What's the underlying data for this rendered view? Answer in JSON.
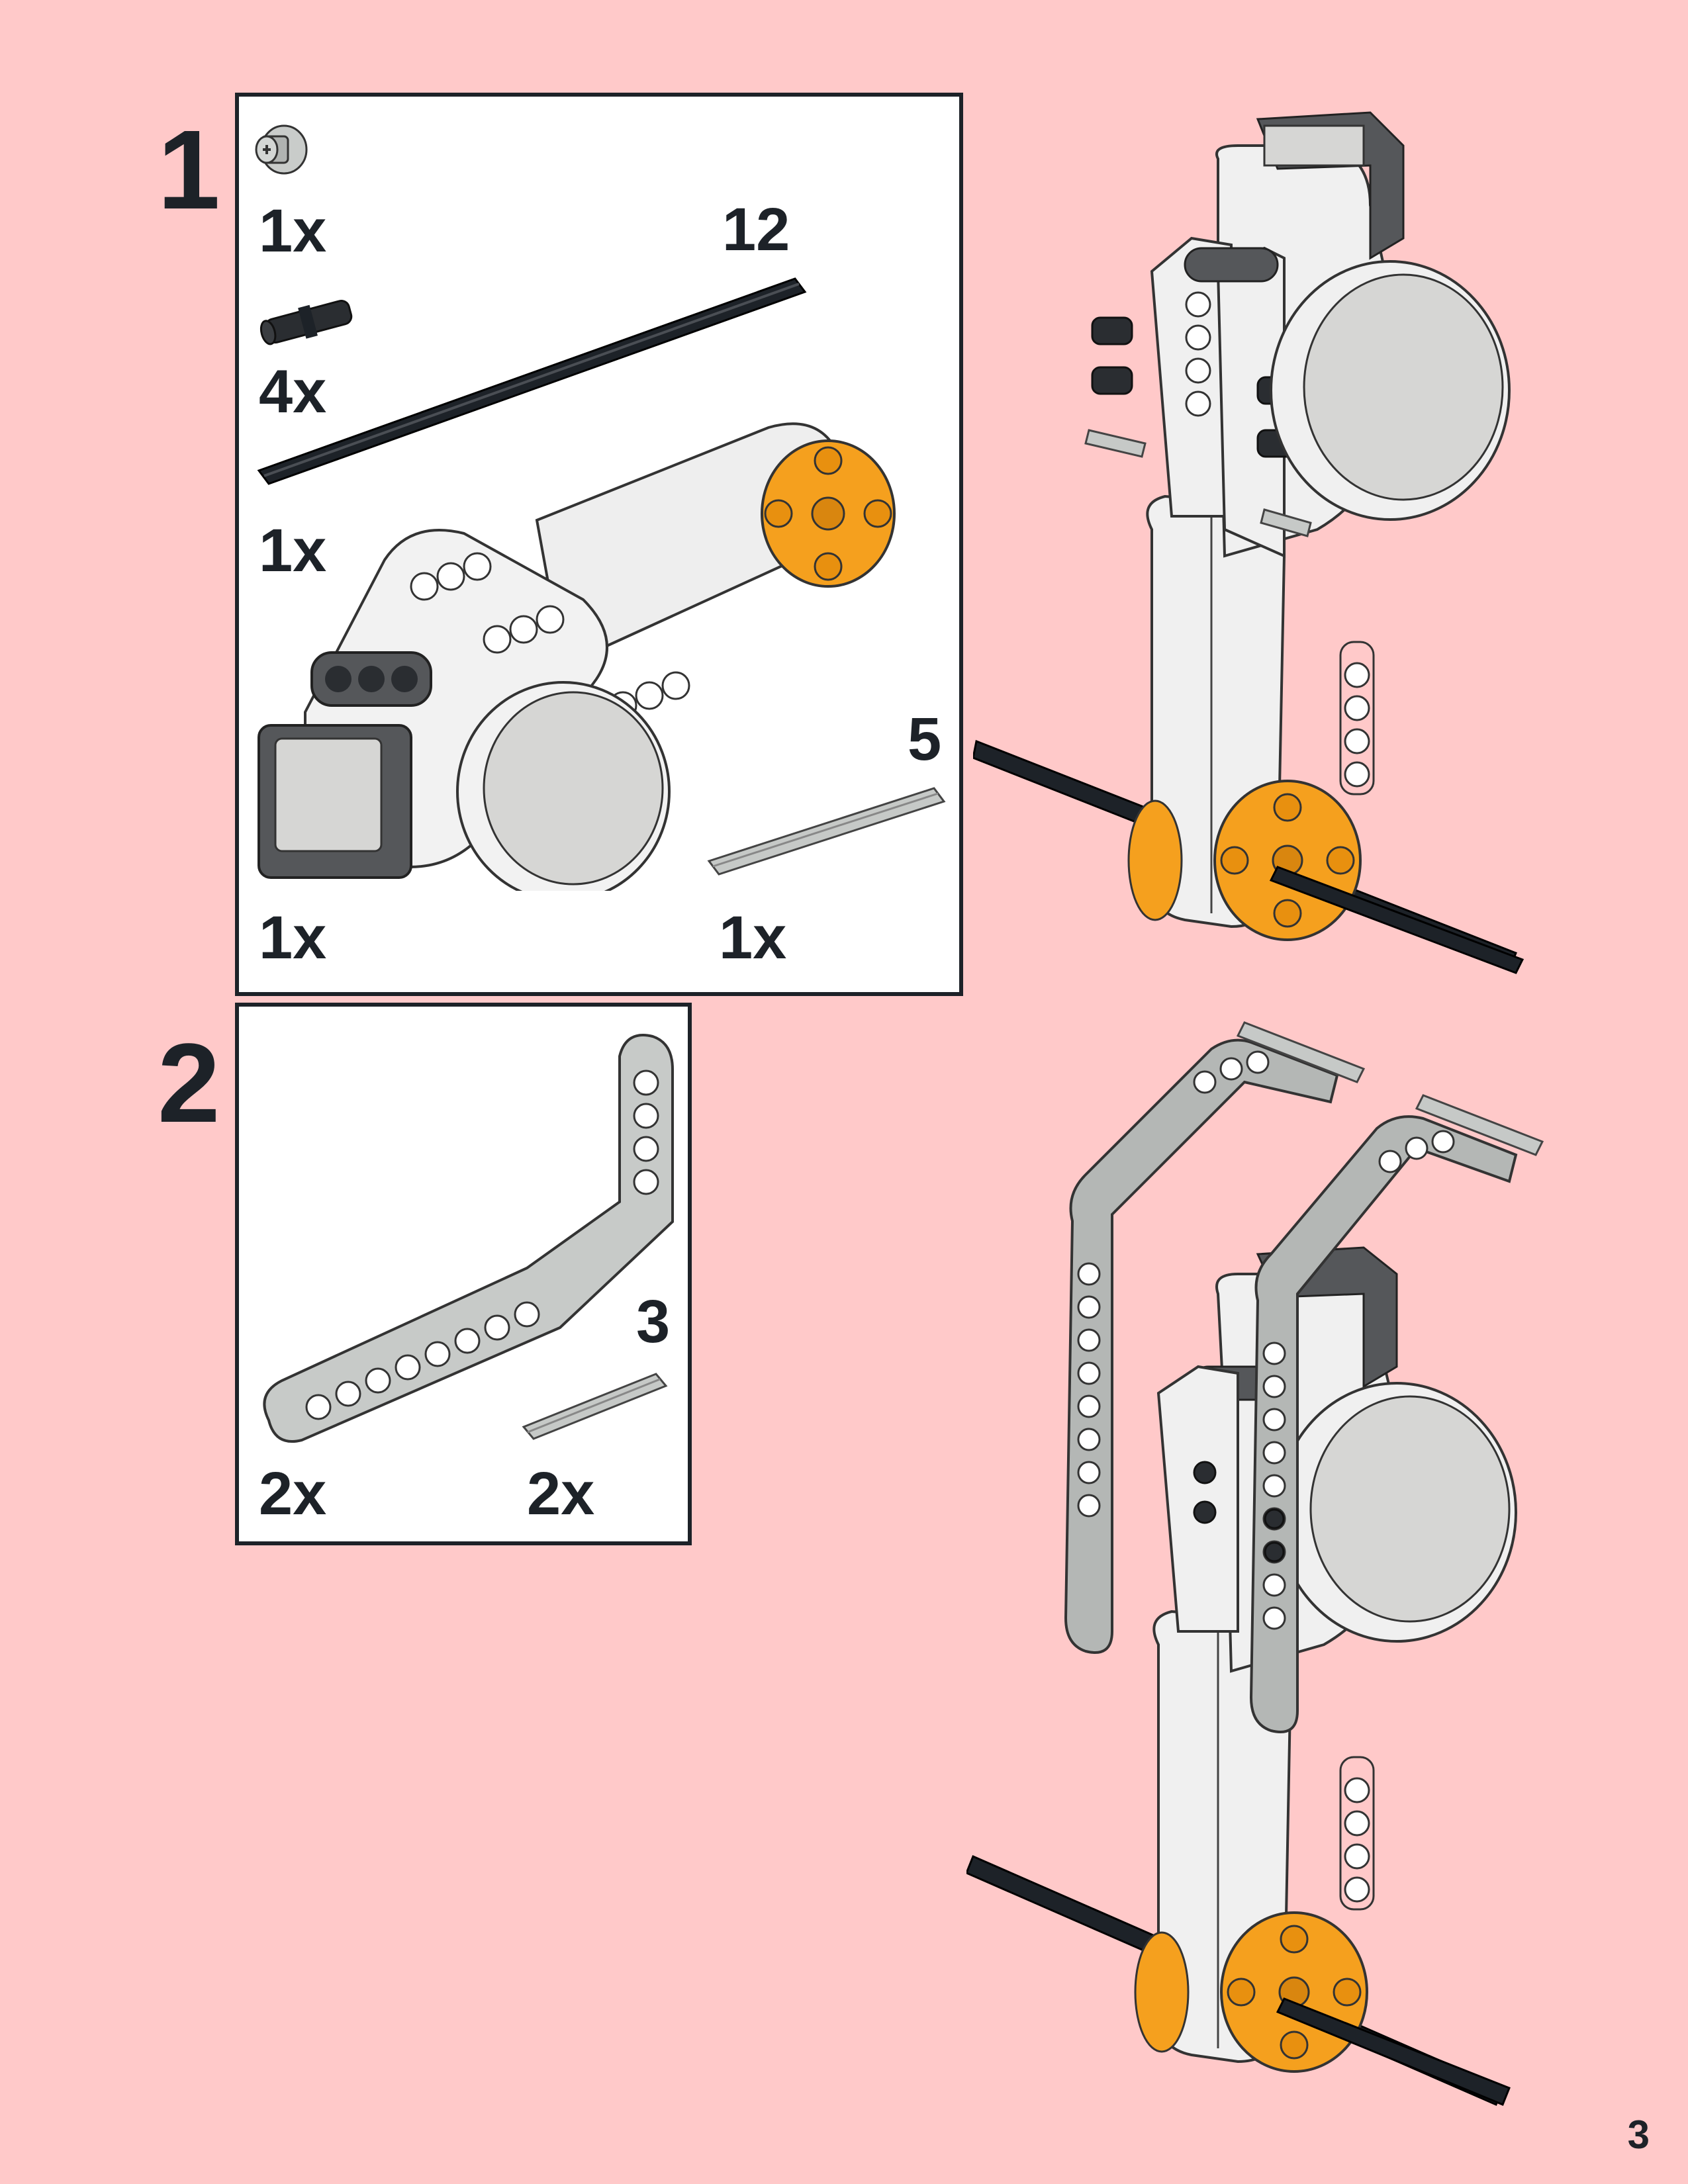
{
  "page_number": "3",
  "steps": [
    {
      "number": "1",
      "parts": [
        {
          "name": "bush",
          "qty": "1x"
        },
        {
          "name": "connector-peg",
          "qty": "4x"
        },
        {
          "name": "axle-black",
          "length": "12",
          "qty": "1x"
        },
        {
          "name": "servo-motor",
          "qty": "1x"
        },
        {
          "name": "axle-grey",
          "length": "5",
          "qty": "1x"
        }
      ]
    },
    {
      "number": "2",
      "parts": [
        {
          "name": "angled-beam",
          "qty": "2x"
        },
        {
          "name": "axle-grey",
          "length": "3",
          "qty": "2x"
        }
      ]
    }
  ],
  "colors": {
    "background": "#ffc9c9",
    "motor_white": "#f2f2f2",
    "motor_grey": "#d6d6d4",
    "dark_grey": "#55575a",
    "orange": "#f5a01e",
    "axle_black": "#1d2228",
    "beam_grey": "#b4b7b5"
  }
}
